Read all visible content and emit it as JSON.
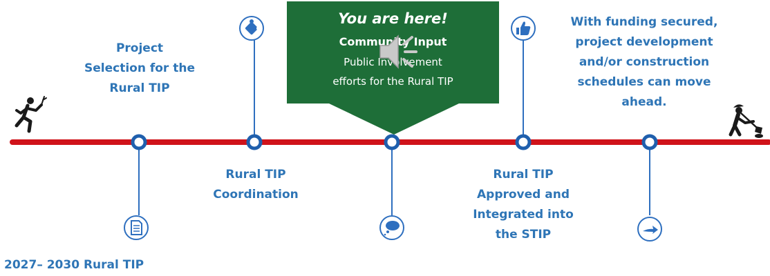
{
  "timeline": {
    "milestones": [
      {
        "lines": [
          "Project",
          "Selection for the",
          "Rural TIP"
        ],
        "icon": "puzzle-icon"
      },
      {
        "lines": [
          "Rural TIP",
          "Coordination"
        ],
        "icon": "puzzle-icon"
      },
      {
        "lines": [
          "Rural TIP",
          "Approved and",
          "Integrated into",
          "the STIP"
        ],
        "icon": "thumbs-up-icon"
      },
      {
        "lines": [
          "With funding secured,",
          "project development",
          "and/or construction",
          "schedules can move",
          "ahead."
        ],
        "icon": "arrow-right-icon"
      },
      {
        "lines": [
          "2027– 2030 Rural TIP"
        ],
        "icon": "document-icon"
      }
    ]
  },
  "callout": {
    "heading": "You are here!",
    "title": "Community Input",
    "lines": [
      "Public Involvement",
      "efforts for the Rural TIP"
    ]
  },
  "colors": {
    "line": "#D0131A",
    "node": "#1F5FAD",
    "text": "#2E75B6",
    "callout": "#1E6E38"
  },
  "icons": [
    "runner-icon",
    "puzzle-icon",
    "thumbs-up-icon",
    "document-icon",
    "chat-bubble-icon",
    "arrow-right-icon",
    "worker-digging-icon",
    "speaker-icon"
  ]
}
